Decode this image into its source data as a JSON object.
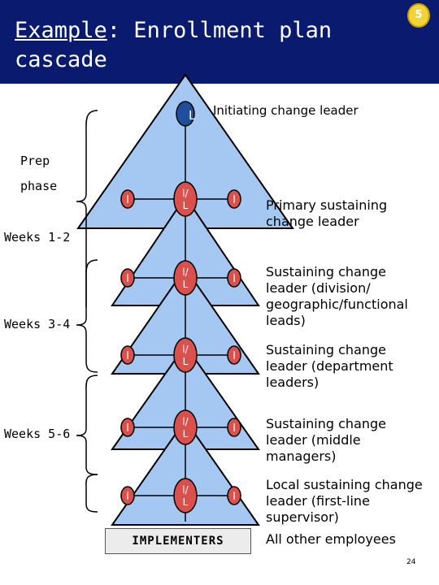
{
  "header": {
    "title_underlined": "Example",
    "title_rest": ": Enrollment plan",
    "title_line2": "cascade",
    "badge": "5"
  },
  "leaders": {
    "top": "L",
    "small": "l",
    "mid": "l/\nL"
  },
  "phases": {
    "prep_line1": "Prep",
    "prep_line2": "phase",
    "weeks_1_2": "Weeks 1-2",
    "weeks_3_4": "Weeks 3-4",
    "weeks_5_6": "Weeks 5-6"
  },
  "descriptions": {
    "initiating": "Initiating change leader",
    "primary": "Primary sustaining change leader",
    "division": "Sustaining change leader (division/ geographic/functional leads)",
    "department": "Sustaining change leader (department leaders)",
    "middle": "Sustaining change leader (middle managers)",
    "local": "Local sustaining change leader (first-line supervisor)",
    "others": "All other employees"
  },
  "implementers": "IMPLEMENTERS",
  "page_number": "24",
  "colors": {
    "header": "#0a1a6e",
    "triangle": "#a5c8f2",
    "node": "#d9504c",
    "top_node": "#1f4e9c"
  }
}
